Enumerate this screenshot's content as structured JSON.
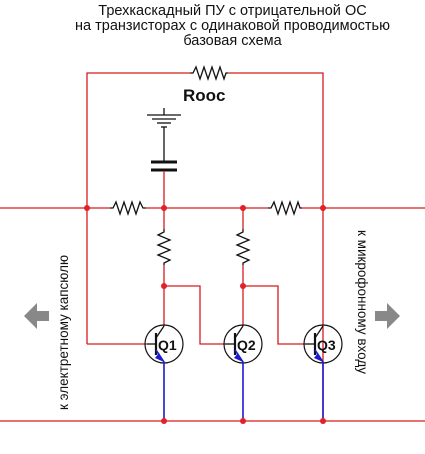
{
  "title": {
    "line1": "Трехкаскадный ПУ  с отрицательной ОС",
    "line2": "на транзисторах с одинаковой проводимостью",
    "line3": "базовая схема"
  },
  "feedback_resistor_label": "Rooc",
  "left_side_label": "к электретному капсюлю",
  "right_side_label": "к микрофонному входу",
  "transistors": [
    {
      "label": "Q1"
    },
    {
      "label": "Q2"
    },
    {
      "label": "Q3"
    }
  ],
  "colors": {
    "wire": "#d51c1c",
    "emitter": "#1a1ad0",
    "node": "#e0202a",
    "arrow": "#888888"
  },
  "icons": {
    "left_arrow": "arrow-left-icon",
    "right_arrow": "arrow-right-icon",
    "ground": "ground-icon",
    "capacitor": "capacitor-icon"
  }
}
